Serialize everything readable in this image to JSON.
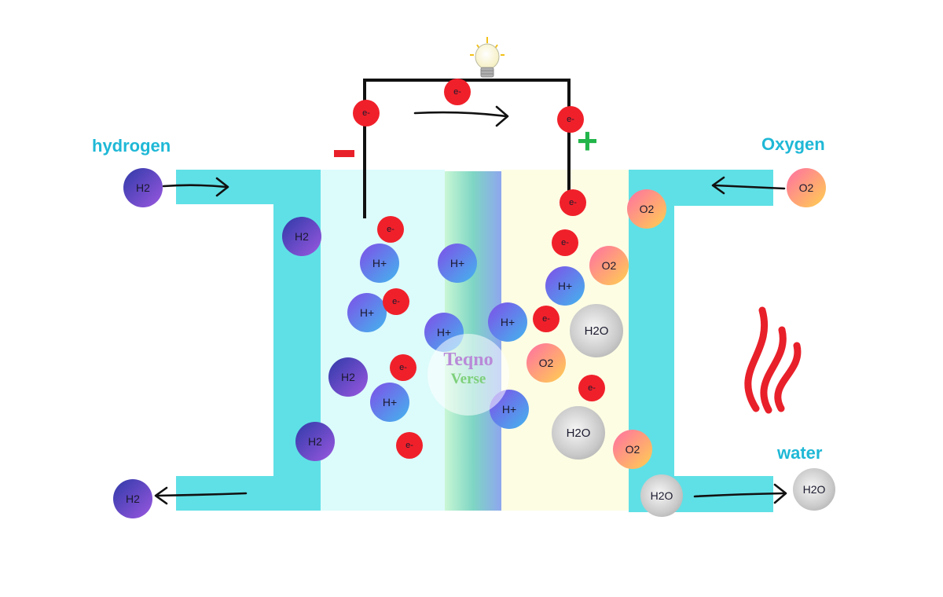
{
  "labels": {
    "hydrogen": "hydrogen",
    "oxygen": "Oxygen",
    "water": "water",
    "minus": "-",
    "plus": "+"
  },
  "watermark": {
    "line1": "Teqno",
    "line2": "Verse"
  },
  "molecules": {
    "h2": "H2",
    "hplus": "H+",
    "electron": "e-",
    "o2": "O2",
    "h2o": "H2O"
  },
  "colors": {
    "channel": "#5fe0e6",
    "anode_zone": "#dcfbfb",
    "cathode_zone": "#fdfde4",
    "label_text": "#1fb8d6",
    "minus_sign": "#e8202a",
    "plus_sign": "#22b54a",
    "electron": "#f0202a",
    "flame": "#e8202a"
  },
  "icons": {
    "bulb": "light-bulb-icon",
    "flame": "flame-icon",
    "arrow": "arrow-icon"
  }
}
